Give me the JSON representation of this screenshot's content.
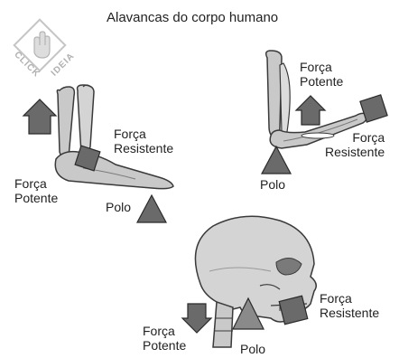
{
  "title": "Alavancas do corpo humano",
  "watermark": {
    "left": "CLICK",
    "right": "IDEIA"
  },
  "levers": {
    "foot": {
      "resistance": [
        "Força",
        "Resistente"
      ],
      "effort": [
        "Força",
        "Potente"
      ],
      "fulcrum": "Polo"
    },
    "arm": {
      "effort": [
        "Força",
        "Potente"
      ],
      "resistance": [
        "Força",
        "Resistente"
      ],
      "fulcrum": "Polo"
    },
    "skull": {
      "resistance": [
        "Força",
        "Resistente"
      ],
      "effort": [
        "Força",
        "Potente"
      ],
      "fulcrum": "Polo"
    }
  },
  "colors": {
    "bone": "#c9c9c9",
    "bone_outline": "#3a3a3a",
    "marker": "#6a6a6a",
    "marker_outline": "#2a2a2a",
    "text": "#222222"
  },
  "icons": [
    "arrow-up-icon",
    "arrow-down-icon",
    "triangle-fulcrum-icon",
    "square-load-icon",
    "hand-watermark-icon"
  ]
}
